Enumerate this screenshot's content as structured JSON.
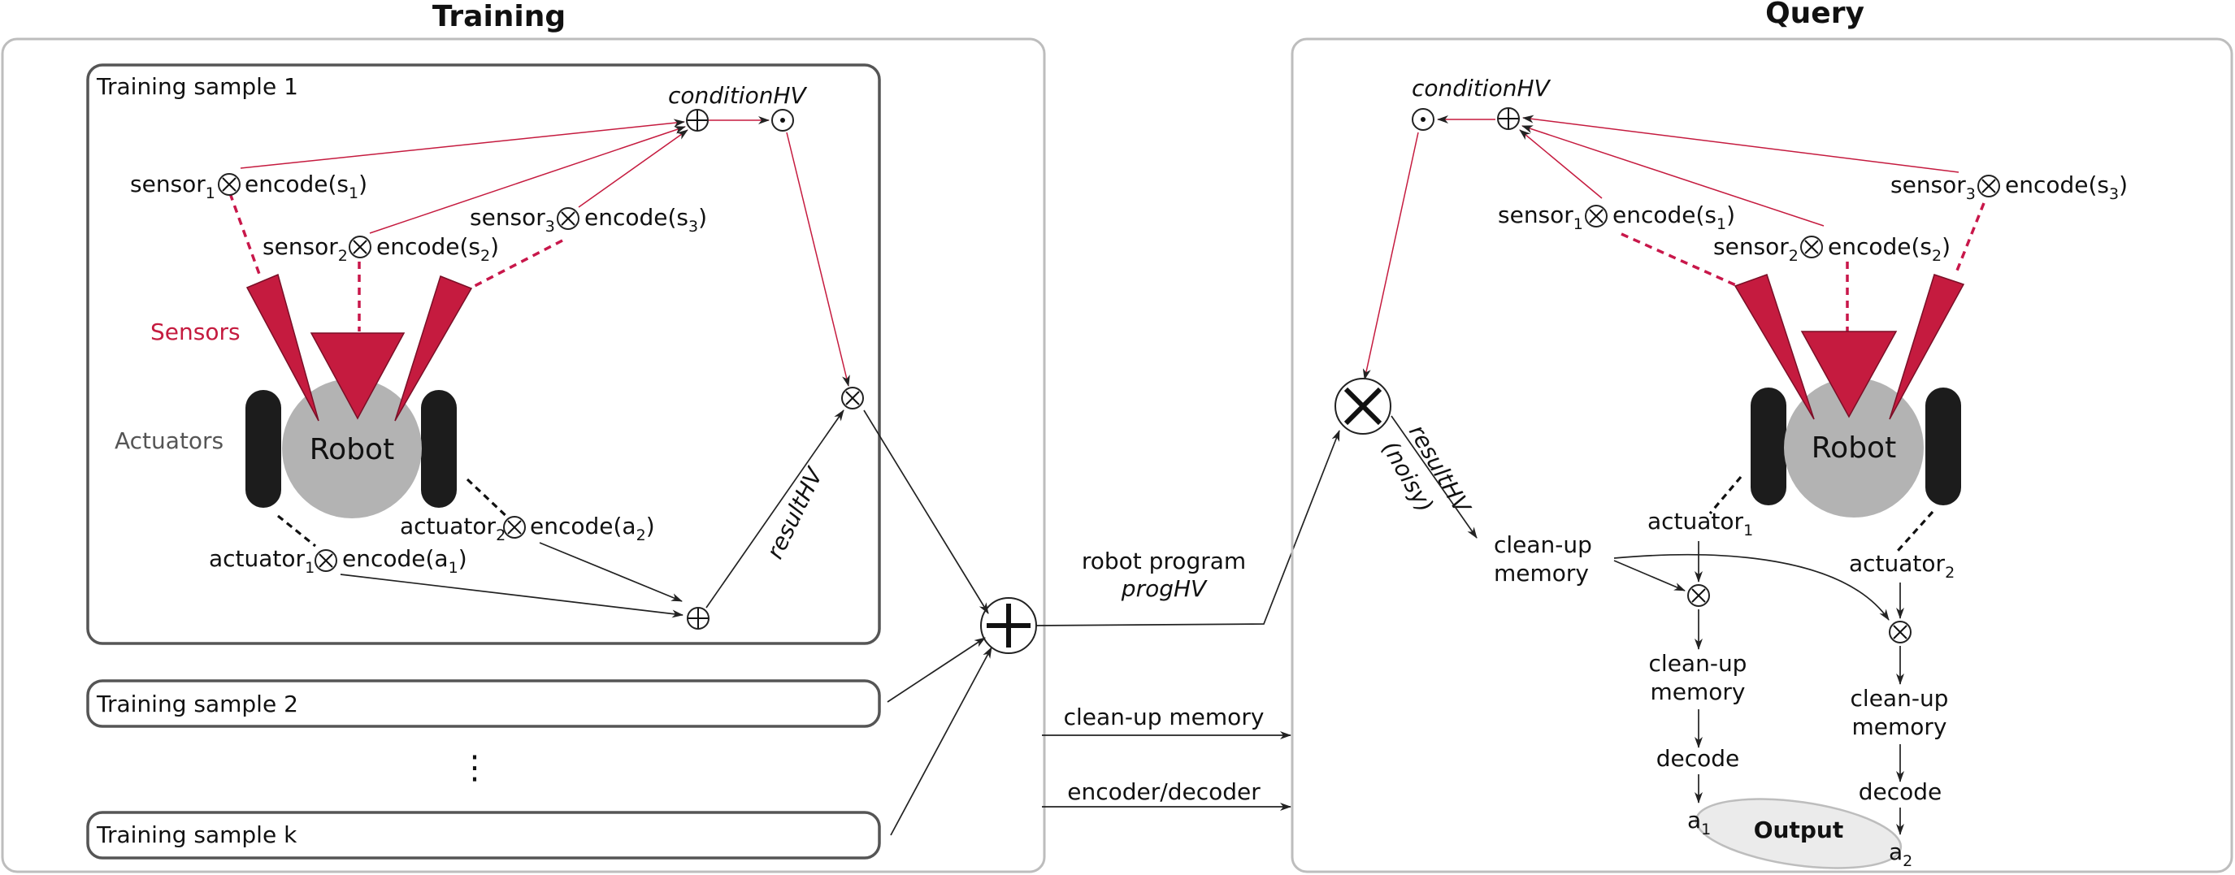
{
  "training": {
    "title": "Training",
    "sample1": "Training sample 1",
    "sample2": "Training sample 2",
    "sampleK": "Training sample k",
    "ellipsis": "⋮",
    "sensors_label": "Sensors",
    "actuators_label": "Actuators",
    "robot_label": "Robot",
    "condition_hv": "conditionHV",
    "result_hv": "resultHV",
    "sensor_word": "sensor",
    "actuator_word": "actuator",
    "encode_s": "encode(s",
    "encode_a": "encode(a",
    "sub1": "1",
    "sub2": "2",
    "sub3": "3",
    "close": ")"
  },
  "middle": {
    "robot_program": "robot program",
    "prog_hv": "progHV",
    "cleanup_memory": "clean-up memory",
    "encoder_decoder": "encoder/decoder"
  },
  "query": {
    "title": "Query",
    "condition_hv": "conditionHV",
    "result_hv": "resultHV",
    "noisy": "(noisy)",
    "robot_label": "Robot",
    "cleanup1": "clean-up",
    "cleanup2": "memory",
    "decode": "decode",
    "output": "Output",
    "a": "a"
  },
  "colors": {
    "sensor_red": "#c51b3f",
    "robot_gray": "#b3b3b3",
    "wheel_black": "#1c1c1c",
    "panel_border": "#bdbdbd"
  }
}
